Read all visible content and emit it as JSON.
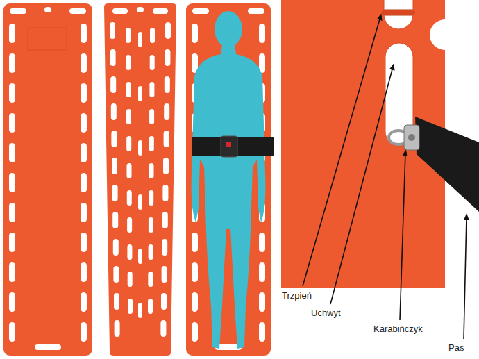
{
  "diagram": {
    "labels": [
      "Trzpień",
      "Uchwyt",
      "Karabińczyk",
      "Pas"
    ]
  }
}
